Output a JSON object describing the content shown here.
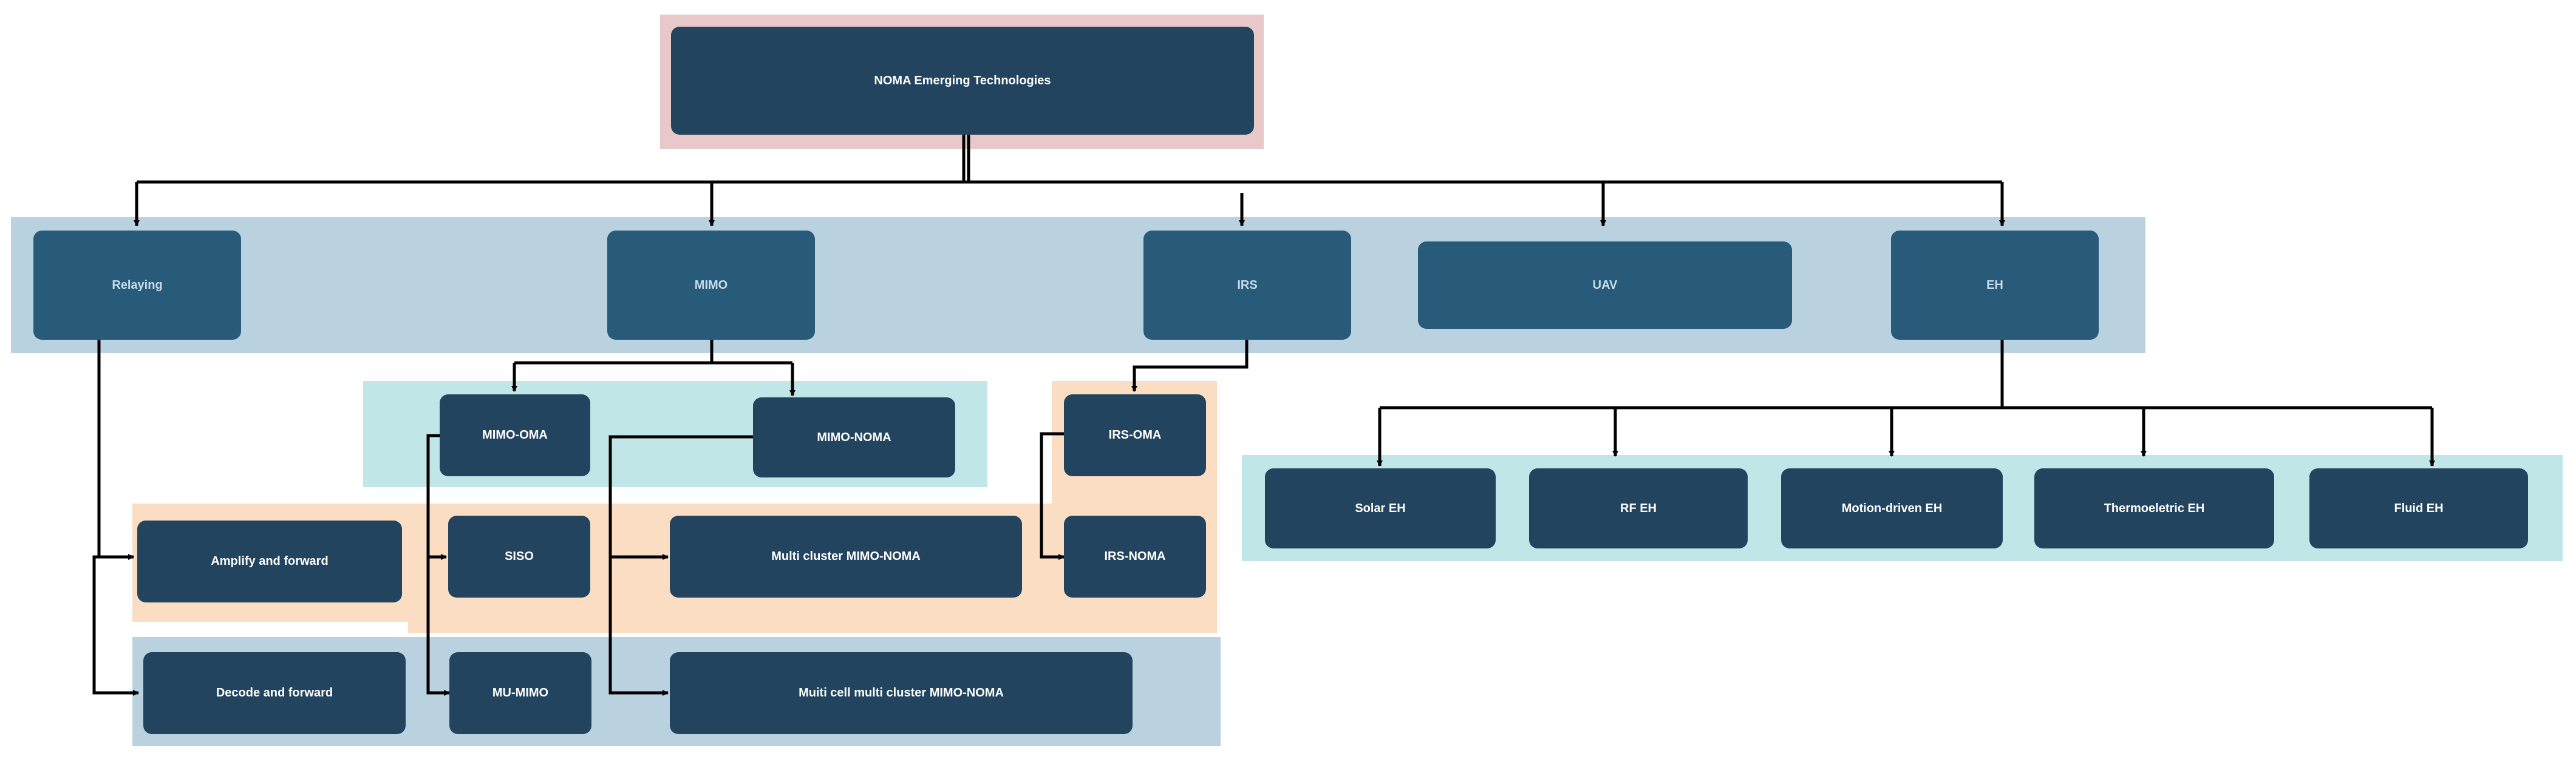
{
  "colors": {
    "node_dark": "#22445E",
    "node_mid": "#285A7A",
    "band_blue": "#BAD2DF",
    "band_cyan": "#C1E6E8",
    "band_peach": "#FADDC3",
    "band_pink": "#E8C8C8",
    "relaying_text": "#C8DDEA",
    "wire": "#000000"
  },
  "diagram": {
    "root": {
      "label": "NOMA Emerging Technologies"
    },
    "level1": {
      "relaying": "Relaying",
      "mimo": "MIMO",
      "irs": "IRS",
      "uav": "UAV",
      "eh": "EH"
    },
    "mimo_children": {
      "mimo_oma": "MIMO-OMA",
      "mimo_noma": "MIMO-NOMA",
      "siso": "SISO",
      "mu_mimo": "MU-MIMO",
      "multi_cluster": "Multi cluster MIMO-NOMA",
      "multi_cell": "Muiti cell multi cluster MIMO-NOMA"
    },
    "relaying_children": {
      "amplify": "Amplify and forward",
      "decode": "Decode and forward"
    },
    "irs_children": {
      "irs_oma": "IRS-OMA",
      "irs_noma": "IRS-NOMA"
    },
    "eh_children": {
      "solar": "Solar EH",
      "rf": "RF EH",
      "motion": "Motion-driven EH",
      "thermo": "Thermoeletric EH",
      "fluid": "Fluid EH"
    }
  }
}
